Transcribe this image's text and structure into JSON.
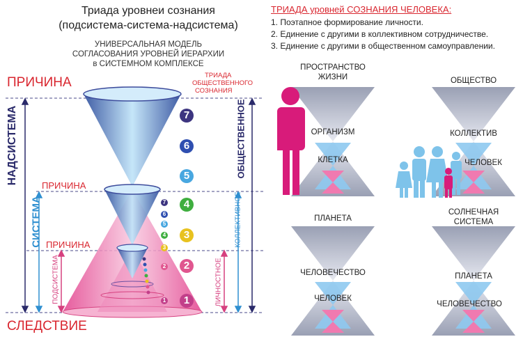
{
  "title": {
    "line1": "Триада уровнеи сознания",
    "line2": "(подсистема-система-надсистема)"
  },
  "subtitle": {
    "line1": "УНИВЕРСАЛЬНАЯ МОДЕЛЬ",
    "line2": "СОГЛАСОВАНИЯ УРОВНЕЙ ИЕРАРХИИ",
    "line3": "в СИСТЕМНОМ КОМПЛЕКСЕ"
  },
  "legend": {
    "heading": "ТРИАДА уровней СОЗНАНИЯ ЧЕЛОВЕКА:",
    "items": [
      "1. Поэтапное формирование личности.",
      "2. Единение с другими в коллективном сотрудничестве.",
      "3. Единение с другими в общественном самоуправлении."
    ]
  },
  "hierarchy": {
    "cause_top": "ПРИЧИНА",
    "cause_mid": "ПРИЧИНА",
    "cause_low": "ПРИЧИНА",
    "effect": "СЛЕДСТВИЕ",
    "triad_note": {
      "line1": "ТРИАДА",
      "line2": "ОБЩЕСТВЕННОГО",
      "line3": "СОЗНАНИЯ"
    },
    "left_labels": {
      "super": "НАДСИСТЕМА",
      "system": "СИСТЕМА",
      "sub": "ПОДСИСТЕМА"
    },
    "right_labels": {
      "social": "ОБЩЕСТВЕННОЕ",
      "collective": "КОЛЛЕКТИВНОЕ",
      "personal": "ЛИЧНОСТНОЕ"
    },
    "big_numbers": [
      "7",
      "6",
      "5",
      "4",
      "3",
      "2",
      "1"
    ],
    "mid_numbers": [
      "7",
      "6",
      "5",
      "4",
      "3",
      "2",
      "1"
    ],
    "colors": {
      "violet": "#4b3f8f",
      "indigo": "#2f4fb0",
      "blue": "#3a8fd6",
      "green": "#3fae3f",
      "yellow": "#e8c21f",
      "pink": "#e0568f",
      "red": "#d9262f",
      "cone_blue": "#8ec9ef",
      "cone_pink": "#f0a6c8"
    }
  },
  "panels": [
    {
      "caption1": "ПРОСТРАНСТВО",
      "caption2": "ЖИЗНИ",
      "mid": "ОРГАНИЗМ",
      "low": "КЛЕТКА",
      "icon": "person-icon"
    },
    {
      "caption1": "ОБЩЕСТВО",
      "caption2": "",
      "mid": "КОЛЛЕКТИВ",
      "low": "ЧЕЛОВЕК",
      "icon": "family-icon"
    },
    {
      "caption1": "ПЛАНЕТА",
      "caption2": "",
      "mid": "ЧЕЛОВЕЧЕСТВО",
      "low": "ЧЕЛОВЕК",
      "icon": ""
    },
    {
      "caption1": "СОЛНЕЧНАЯ",
      "caption2": "СИСТЕМА",
      "mid": "ПЛАНЕТА",
      "low": "ЧЕЛОВЕЧЕСТВО",
      "icon": ""
    }
  ]
}
